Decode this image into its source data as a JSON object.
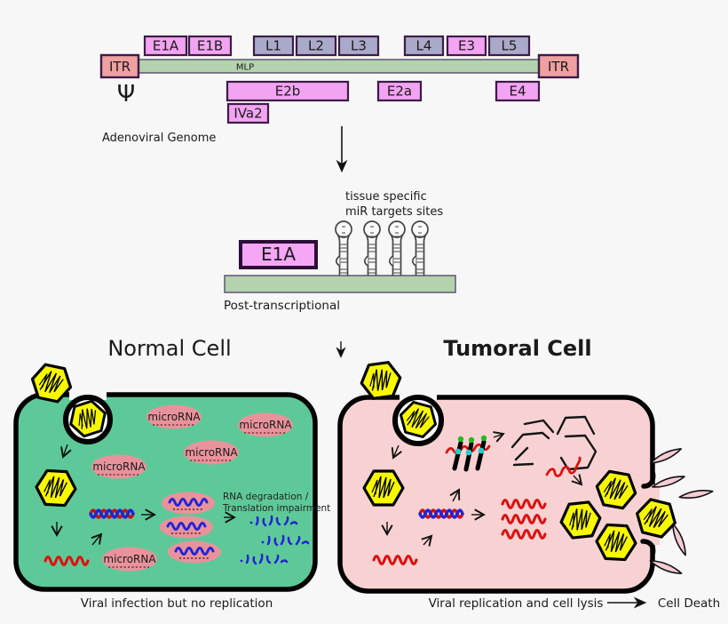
{
  "genome": {
    "section_label": "Adenoviral Genome",
    "psi": "Ψ",
    "mlp_label": "MLP",
    "itr_left": "ITR",
    "itr_right": "ITR",
    "top_genes": [
      {
        "label": "E1A",
        "type": "early"
      },
      {
        "label": "E1B",
        "type": "early"
      },
      {
        "label": "L1",
        "type": "late"
      },
      {
        "label": "L2",
        "type": "late"
      },
      {
        "label": "L3",
        "type": "late"
      },
      {
        "label": "L4",
        "type": "late"
      },
      {
        "label": "E3",
        "type": "early"
      },
      {
        "label": "L5",
        "type": "late"
      }
    ],
    "bottom_genes": [
      {
        "label": "E2b"
      },
      {
        "label": "E2a"
      },
      {
        "label": "E4"
      },
      {
        "label": "IVa2"
      }
    ]
  },
  "regulation": {
    "annotation": [
      "tissue specific",
      "miR targets sites"
    ],
    "e1a_label": "E1A",
    "section_label": "Post-transcriptional",
    "hairpin_count": 4
  },
  "normal_cell": {
    "title": "Normal Cell",
    "microrna_label": "microRNA",
    "degradation_note": [
      "RNA degradation /",
      "Translation impairment"
    ],
    "caption": "Viral infection but no replication"
  },
  "tumoral_cell": {
    "title": "Tumoral Cell",
    "caption": "Viral replication and cell lysis",
    "outcome": "Cell Death"
  },
  "colors": {
    "early_gene_box": "#f2a3f2",
    "late_gene_box": "#a9a9c9",
    "itr_box": "#efa0a0",
    "genome_bar": "#b3d2ae",
    "normal_cell_fill": "#5ec998",
    "tumoral_cell_fill": "#f8d2d2",
    "microrna_oval": "#e8939c",
    "virus_hexagon": "#f7f700",
    "viral_rna": "#dd1111",
    "microrna_strand": "#2323d6"
  }
}
